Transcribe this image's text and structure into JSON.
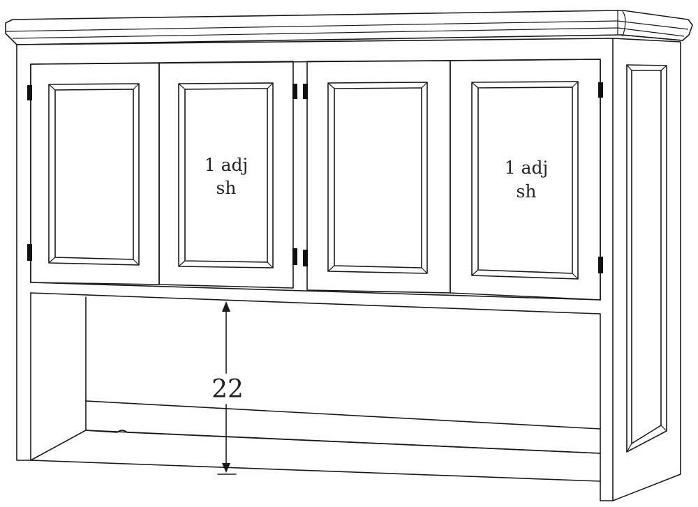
{
  "cabinet": {
    "door_2_label": {
      "line1": "1 adj",
      "line2": "sh"
    },
    "door_4_label": {
      "line1": "1 adj",
      "line2": "sh"
    }
  },
  "dimension": {
    "value": "22"
  }
}
